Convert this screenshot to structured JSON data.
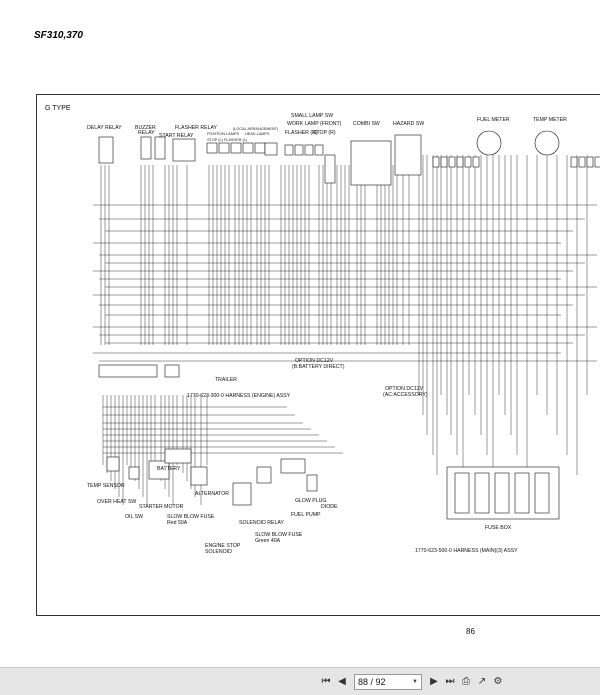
{
  "document": {
    "model_header": "SF310,370",
    "page_number": "86"
  },
  "diagram": {
    "type_label": "G TYPE",
    "components": {
      "delay_relay": "DELAY RELAY",
      "buzzer": "BUZZER",
      "relay": "RELAY",
      "flasher_relay": "FLASHER RELAY",
      "start_relay": "START RELAY",
      "local_arrangement": "(LOCAL ARRANGEMENT)",
      "position_lamps": "POSITION LAMPS",
      "head_lamps": "HEAD LAMPS",
      "stop_flasher": "STOP (L) FLASHER (L)",
      "flasher_r": "FLASHER (R)",
      "stop_r": "STOP (R)",
      "small_lamp_sw": "SMALL LAMP SW",
      "work_lamp_front": "WORK LAMP (FRONT)",
      "combi_sw": "COMBI SW",
      "hazard_sw": "HAZARD SW",
      "fuel_meter": "FUEL METER",
      "temp_meter": "TEMP METER",
      "option_dc12v_battery": "OPTION DC12V",
      "option_battery_direct": "(B:BATTERY DIRECT)",
      "option_dc12v_acc": "OPTION DC12V",
      "option_acc": "(AC:ACCESSORY)",
      "trailer": "TRAILER",
      "harness_engine": "1770-623-300-0 HARNESS (ENGINE) ASSY",
      "temp_sensor": "TEMP SENSOR",
      "over_heat_sw": "OVER HEAT SW",
      "oil_sw": "OIL SW",
      "starter_motor": "STARTER MOTOR",
      "battery": "BATTERY",
      "alternator": "ALTERNATOR",
      "slow_blow_fuse_1": "SLOW BLOW FUSE",
      "fuse_1_spec": "Red 50A",
      "solenoid_relay": "SOLENOID RELAY",
      "slow_blow_fuse_2": "SLOW BLOW FUSE",
      "fuse_2_spec": "Green 40A",
      "engine_stop": "ENGINE STOP",
      "solenoid": "SOLENOID",
      "fuel_pump": "FUEL PUMP",
      "glow_plug": "GLOW PLUG",
      "diode": "DIODE",
      "fuse_box": "FUSE BOX",
      "harness_main": "1770-623-500-0 HARNESS (MAIN)(3) ASSY"
    }
  },
  "viewer_toolbar": {
    "current_page": "88",
    "total_pages": "92",
    "page_display": "88 / 92",
    "icons": [
      "first-page-icon",
      "prev-page-icon",
      "next-page-icon",
      "last-page-icon",
      "print-icon",
      "export-icon",
      "settings-icon"
    ]
  }
}
